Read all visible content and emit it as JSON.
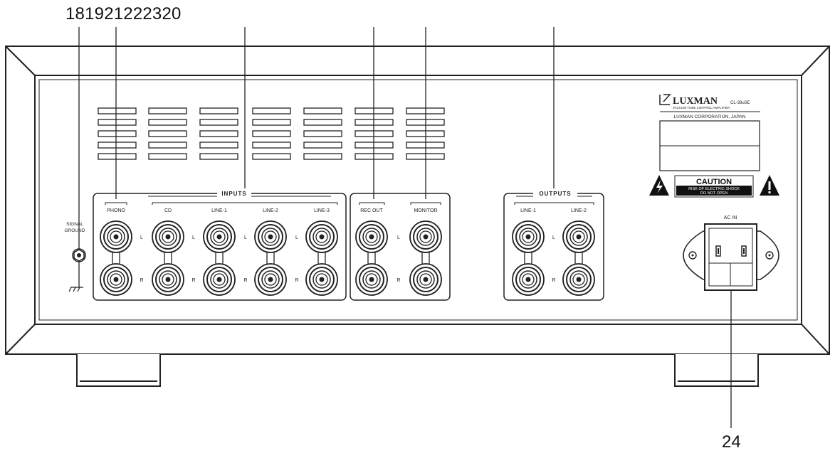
{
  "callouts": {
    "top_numbers": "181921222320",
    "bottom_number": "24"
  },
  "panel": {
    "brand": "LUXMAN",
    "model": "CL-38uSE",
    "product_description": "VACUUM TUBE CONTROL AMPLIFIER",
    "manufacturer": "LUXMAN CORPORATION, JAPAN",
    "signal_ground": [
      "SIGNAL",
      "GROUND"
    ],
    "inputs_title": "INPUTS",
    "input_channels": [
      "PHONO",
      "CD",
      "LINE-1",
      "LINE-2",
      "LINE-3"
    ],
    "rec_out": "REC OUT",
    "monitor": "MONITOR",
    "outputs_title": "OUTPUTS",
    "output_channels": [
      "LINE-1",
      "LINE-2"
    ],
    "channel_left": "L",
    "channel_right": "R",
    "caution_title": "CAUTION",
    "caution_line1": "RISK OF ELECTRIC SHOCK",
    "caution_line2": "DO NOT OPEN",
    "ac_in": "AC IN"
  },
  "icons": {
    "warning_left": "lightning-warning-icon",
    "warning_right": "exclamation-warning-icon",
    "ground": "ground-symbol-icon",
    "logo": "luxman-logo-icon"
  }
}
